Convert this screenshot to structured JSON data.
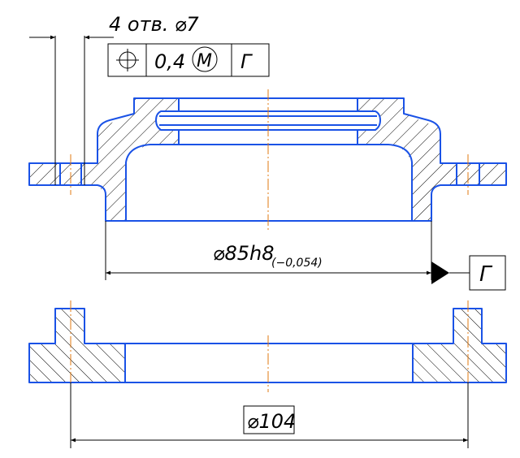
{
  "annotations": {
    "holes_note": "4 отв. ⌀7",
    "gdt_tolerance": "0,4",
    "gdt_modifier": "M",
    "gdt_datum_ref": "Г",
    "diameter_shaft": "⌀85h8",
    "diameter_shaft_tolerance": "(−0,054)",
    "datum_label": "Г",
    "diameter_outer": "⌀104"
  },
  "colors": {
    "contour": "#1a52e6",
    "axis": "#e07a10",
    "dimension": "#000000"
  }
}
